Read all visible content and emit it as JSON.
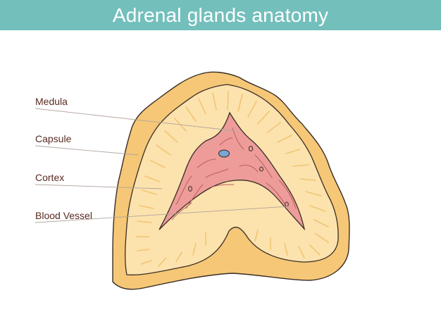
{
  "title": "Adrenal glands anatomy",
  "labels": {
    "medula": "Medula",
    "capsule": "Capsule",
    "cortex": "Cortex",
    "blood_vessel": "Blood Vessel"
  },
  "colors": {
    "header_bg": "#73bfbc",
    "capsule": "#f5c777",
    "cortex": "#fce2ad",
    "medulla": "#ed9c9a",
    "medulla_lines": "#b9605f",
    "vessel": "#7aa6d4",
    "outline": "#3a2d26",
    "label_text": "#5a2a22",
    "leader_line": "#b1a59d",
    "striation": "#f0c674"
  }
}
